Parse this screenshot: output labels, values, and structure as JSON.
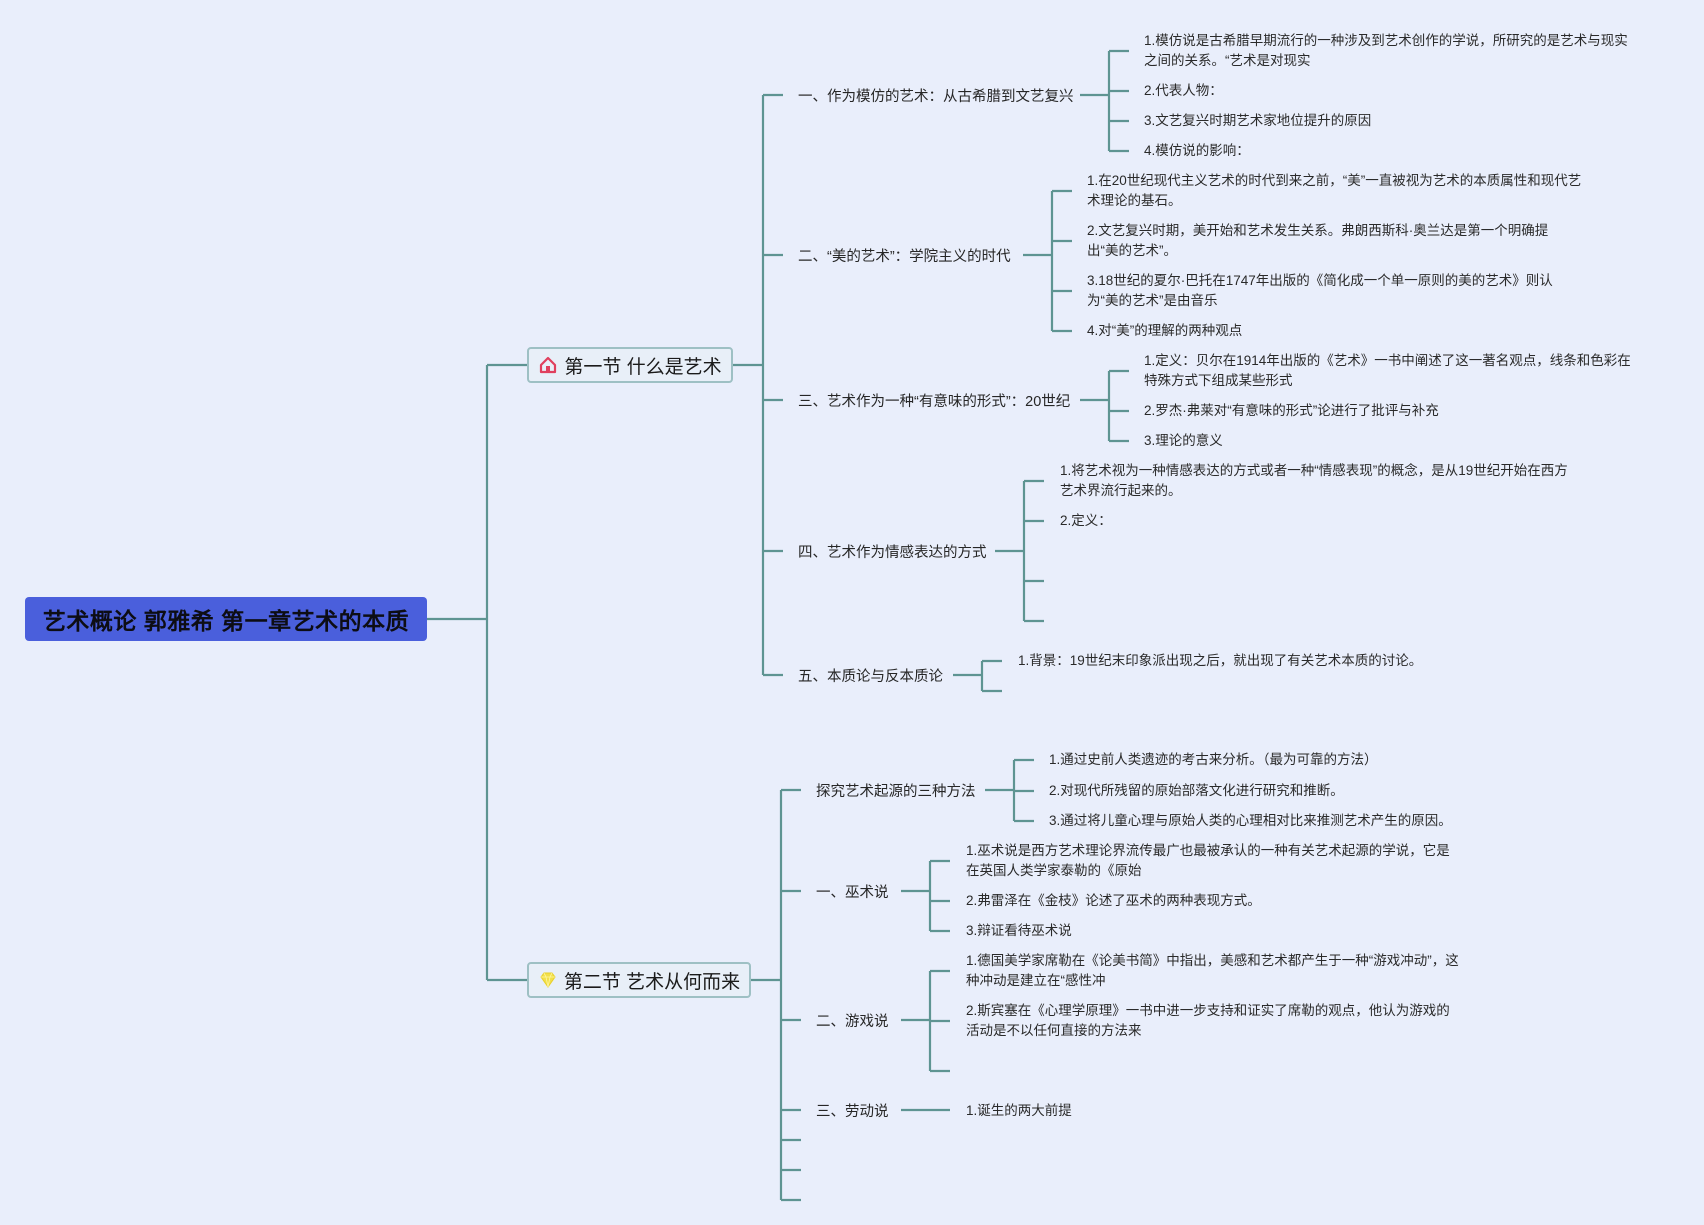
{
  "root": {
    "title": "艺术概论 郭雅希 第一章艺术的本质"
  },
  "sections": [
    {
      "title": "第一节 什么是艺术",
      "icon": "home-icon",
      "icon_color": "#e0405e",
      "topics": [
        {
          "title": "一、作为模仿的艺术：从古希腊到文艺复兴",
          "items": [
            "1.模仿说是古希腊早期流行的一种涉及到艺术创作的学说，所研究的是艺术与现实之间的关系。“艺术是对现实",
            "2.代表人物：",
            "3.文艺复兴时期艺术家地位提升的原因",
            "4.模仿说的影响："
          ]
        },
        {
          "title": "二、“美的艺术”：学院主义的时代",
          "items": [
            "1.在20世纪现代主义艺术的时代到来之前，“美”一直被视为艺术的本质属性和现代艺术理论的基石。",
            "2.文艺复兴时期，美开始和艺术发生关系。弗朗西斯科·奥兰达是第一个明确提出“美的艺术”。",
            "3.18世纪的夏尔·巴托在1747年出版的《简化成一个单一原则的美的艺术》则认为“美的艺术”是由音乐",
            "4.对“美”的理解的两种观点"
          ]
        },
        {
          "title": "三、艺术作为一种“有意味的形式”：20世纪",
          "items": [
            "1.定义：贝尔在1914年出版的《艺术》一书中阐述了这一著名观点，线条和色彩在特殊方式下组成某些形式",
            "2.罗杰·弗莱对“有意味的形式”论进行了批评与补充",
            "3.理论的意义"
          ]
        },
        {
          "title": "四、艺术作为情感表达的方式",
          "items": [
            "1.将艺术视为一种情感表达的方式或者一种“情感表现”的概念，是从19世纪开始在西方艺术界流行起来的。",
            "2.定义：",
            "",
            "",
            ""
          ]
        },
        {
          "title": "五、本质论与反本质论",
          "items": [
            "1.背景：19世纪末印象派出现之后，就出现了有关艺术本质的讨论。",
            ""
          ]
        }
      ]
    },
    {
      "title": "第二节 艺术从何而来",
      "icon": "diamond-icon",
      "icon_color": "#f2e04a",
      "topics": [
        {
          "title": "探究艺术起源的三种方法",
          "items": [
            "1.通过史前人类遗迹的考古来分析。（最为可靠的方法）",
            "2.对现代所残留的原始部落文化进行研究和推断。",
            "3.通过将儿童心理与原始人类的心理相对比来推测艺术产生的原因。"
          ]
        },
        {
          "title": "一、巫术说",
          "items": [
            "1.巫术说是西方艺术理论界流传最广也最被承认的一种有关艺术起源的学说，它是在英国人类学家泰勒的《原始",
            "2.弗雷泽在《金枝》论述了巫术的两种表现方式。",
            "3.辩证看待巫术说"
          ]
        },
        {
          "title": "二、游戏说",
          "items": [
            "1.德国美学家席勒在《论美书简》中指出，美感和艺术都产生于一种“游戏冲动”，这种冲动是建立在“感性冲",
            "2.斯宾塞在《心理学原理》一书中进一步支持和证实了席勒的观点，他认为游戏的活动是不以任何直接的方法来",
            ""
          ]
        },
        {
          "title": "三、劳动说",
          "items": [
            "1.诞生的两大前提"
          ]
        },
        {
          "title": "",
          "items": []
        },
        {
          "title": "",
          "items": []
        },
        {
          "title": "",
          "items": []
        }
      ]
    }
  ],
  "colors": {
    "background": "#e9eefb",
    "root_fill": "#4a5fdc",
    "connector": "#5e9492",
    "section_border": "#9ec0c4"
  }
}
